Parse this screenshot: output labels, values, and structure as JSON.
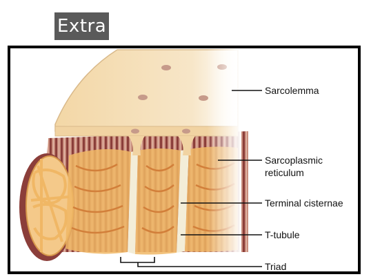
{
  "badge": {
    "text": "Extra"
  },
  "diagram": {
    "labels": {
      "sarcolemma": "Sarcolemma",
      "sr_line1": "Sarcoplasmic",
      "sr_line2": "reticulum",
      "terminal_cisternae": "Terminal cisternae",
      "t_tubule": "T-tubule",
      "triad": "Triad"
    }
  },
  "colors": {
    "membrane": "#f6dfb3",
    "reticulum": "#f0b765",
    "myofibril_dark": "#8b3e3a",
    "myofibril_light": "#d8a08e",
    "tubule": "#f3edd8",
    "frame": "#000000"
  }
}
